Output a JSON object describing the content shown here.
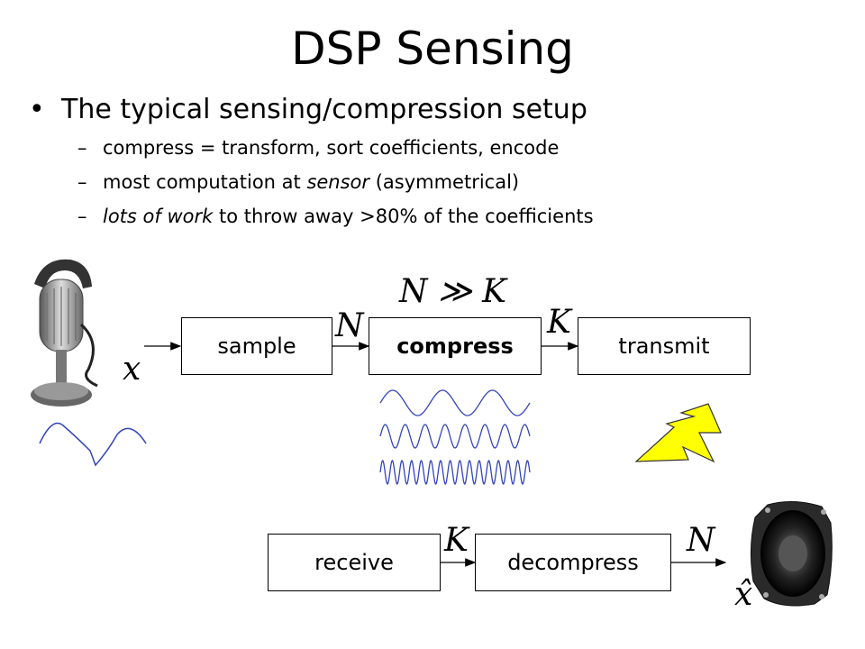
{
  "title": "DSP Sensing",
  "bullet": {
    "marker": "•",
    "text": "The typical sensing/compression setup"
  },
  "sub_items": [
    {
      "dash": "–",
      "before": "compress = transform, sort coefficients, encode",
      "em": "",
      "after": ""
    },
    {
      "dash": "–",
      "before": "most computation at ",
      "em": "sensor",
      "after": " (asymmetrical)"
    },
    {
      "dash": "–",
      "before": "",
      "em": "lots of work",
      "after": " to throw away >80% of the coefficients"
    }
  ],
  "diagram": {
    "top_chain": {
      "sample": "sample",
      "compress": "compress",
      "transmit": "transmit"
    },
    "bottom_chain": {
      "receive": "receive",
      "decompress": "decompress"
    },
    "math": {
      "x": "x",
      "n_top": "N",
      "k_top": "K",
      "relation": "N ≫ K",
      "k_bottom": "K",
      "n_bottom": "N",
      "x_hat": "x̂"
    },
    "colors": {
      "wave": "#3344bb",
      "bolt": "#ffff00"
    },
    "icons": [
      "microphone-icon",
      "lightning-bolt-icon",
      "speaker-icon"
    ]
  }
}
